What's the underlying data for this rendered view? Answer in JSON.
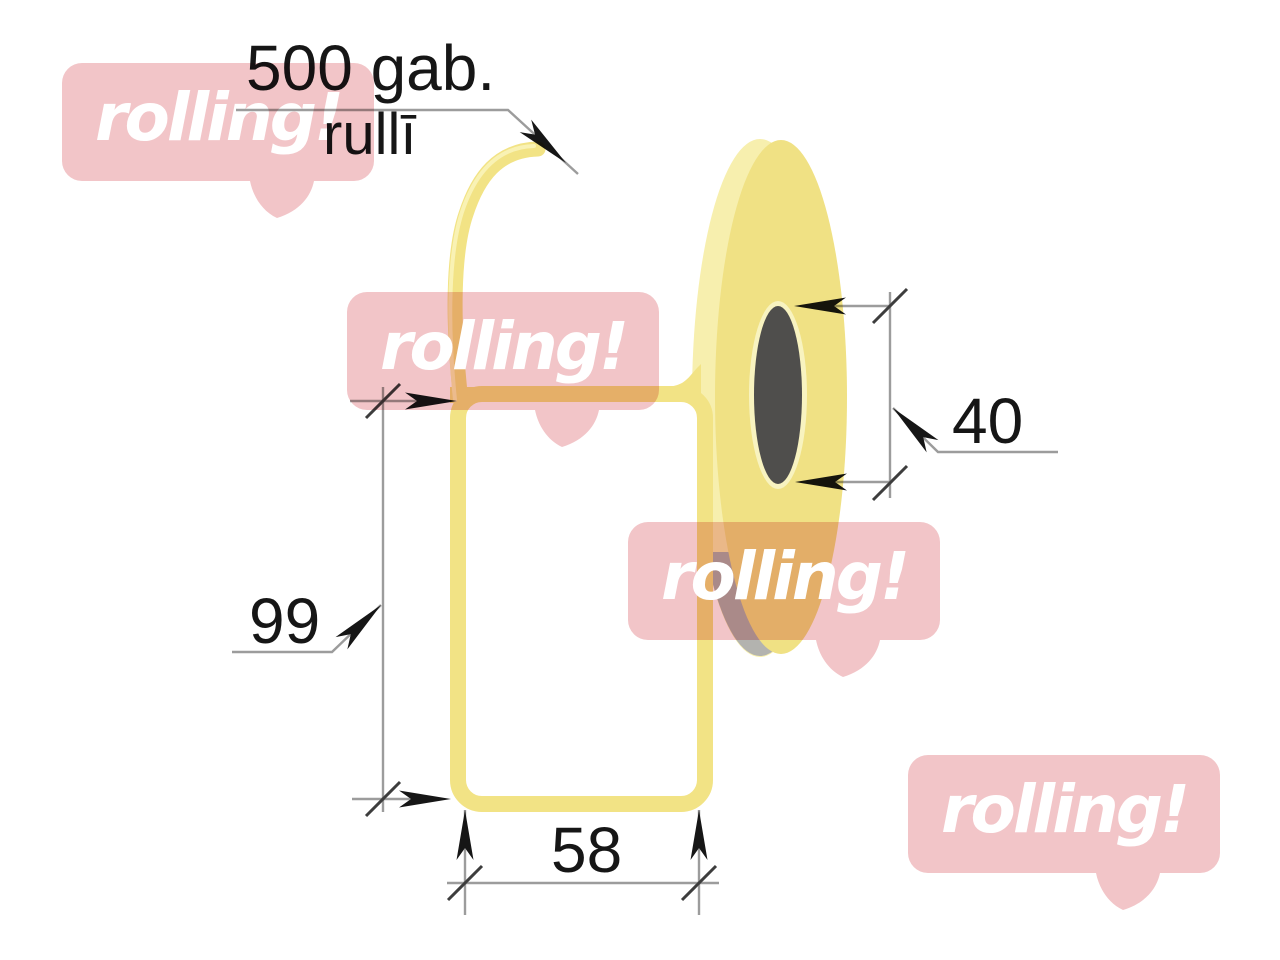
{
  "watermark": {
    "text": "rolling!"
  },
  "annotations": {
    "quantity_line1": "500 gab.",
    "quantity_line2": "rullī"
  },
  "dimensions": {
    "label_height": "99",
    "label_width": "58",
    "core_diameter": "40"
  },
  "colors": {
    "background": "#ffffff",
    "label_yellow": "#f2e385",
    "roll_face": "#f0e184",
    "roll_rim": "#f7efae",
    "roll_side": "#b3b3af",
    "core_gray": "#4f4e4c",
    "core_halo": "#f8f3c0",
    "curl_highlight": "#faf4bc",
    "dimension_gray": "#9c9c9c",
    "tick_dark": "#3d3d3d",
    "ink_black": "#161616",
    "watermark_pink": "#f2c5c8",
    "watermark_text": "#ffffff"
  }
}
